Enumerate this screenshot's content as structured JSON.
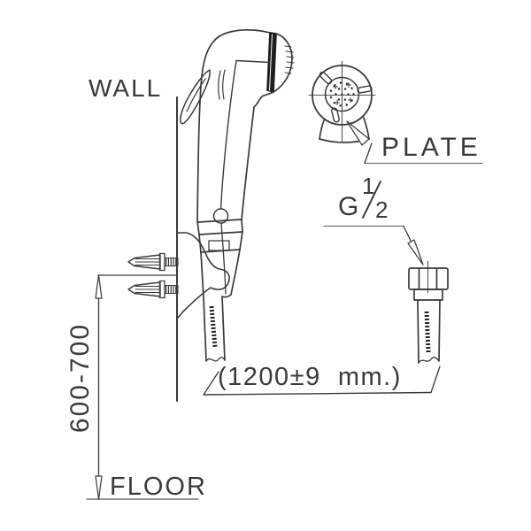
{
  "labels": {
    "wall": "WALL",
    "floor": "FLOOR",
    "plate": "PLATE",
    "mounting_height_mm": "600-700",
    "hose_length_mm": "(1200±9  mm.)",
    "thread": {
      "letter": "G",
      "numerator": "1",
      "denominator": "2"
    }
  },
  "colors": {
    "line": "#3a3a3a",
    "thin_line": "#707070",
    "fill_dark": "#1f1f1f",
    "background": "#ffffff"
  }
}
